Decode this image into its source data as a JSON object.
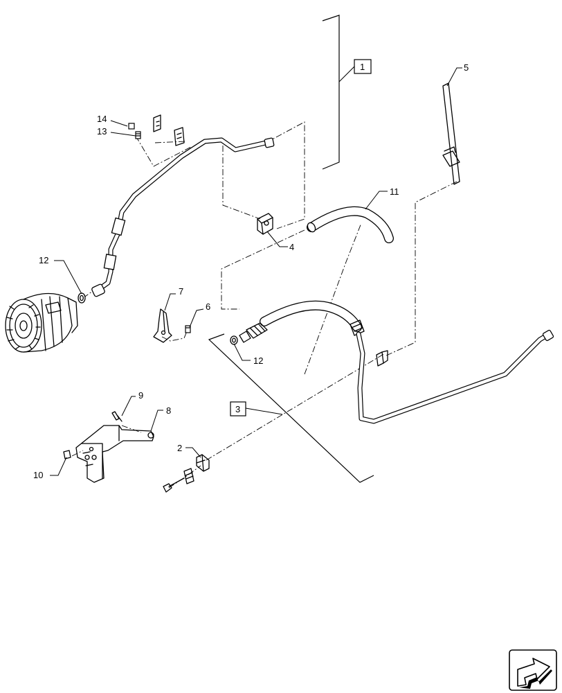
{
  "callouts": {
    "c1": "1",
    "c2": "2",
    "c3": "3",
    "c4": "4",
    "c5": "5",
    "c6": "6",
    "c7": "7",
    "c8": "8",
    "c9": "9",
    "c10": "10",
    "c11": "11",
    "c12a": "12",
    "c12b": "12",
    "c13": "13",
    "c14": "14"
  },
  "icons": {
    "nav": "next-page-arrow-icon"
  }
}
